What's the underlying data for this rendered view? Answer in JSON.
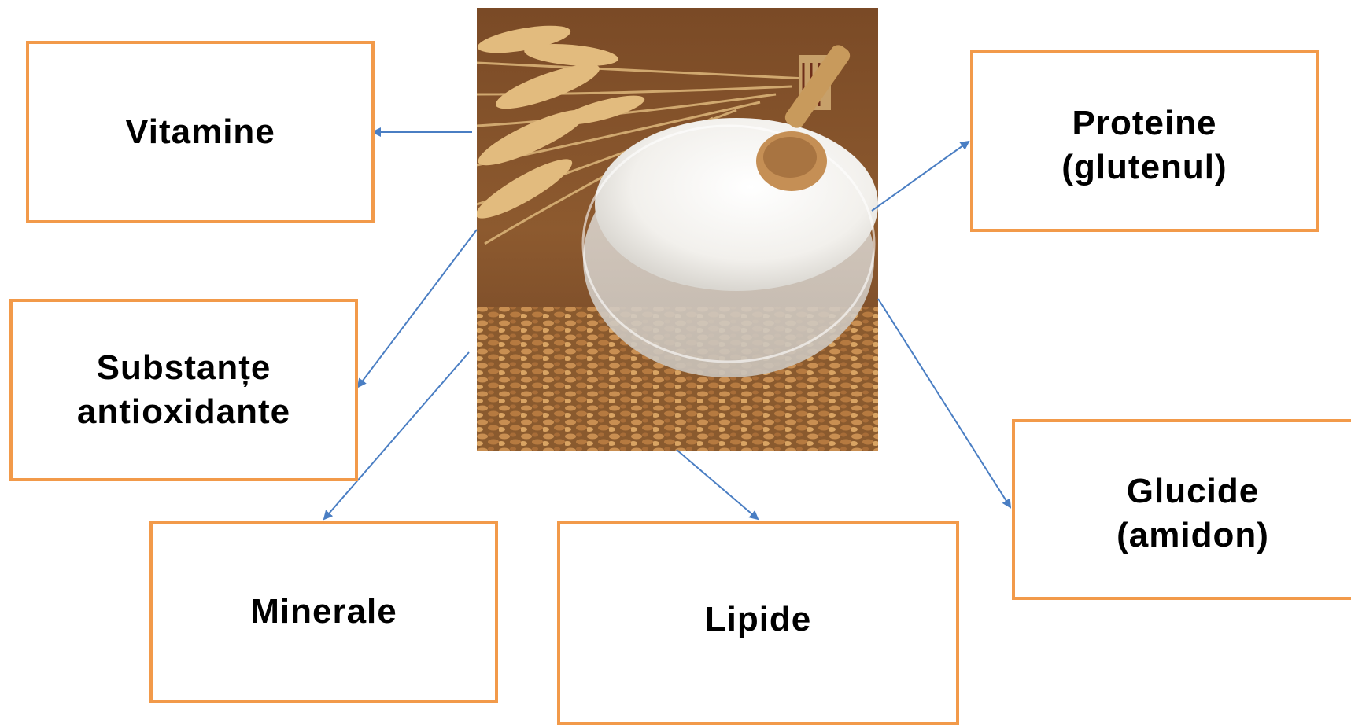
{
  "diagram": {
    "center_image": "wheat-and-flour-bowl-photo",
    "boxes": {
      "vitamine": "Vitamine",
      "substante": "Substanțe\nantioxidante",
      "minerale": "Minerale",
      "lipide": "Lipide",
      "proteine": "Proteine\n(glutenul)",
      "glucide": "Glucide\n(amidon)"
    },
    "colors": {
      "box_border": "#F29A4A",
      "arrow": "#4A7EC3",
      "text": "#000000"
    }
  }
}
